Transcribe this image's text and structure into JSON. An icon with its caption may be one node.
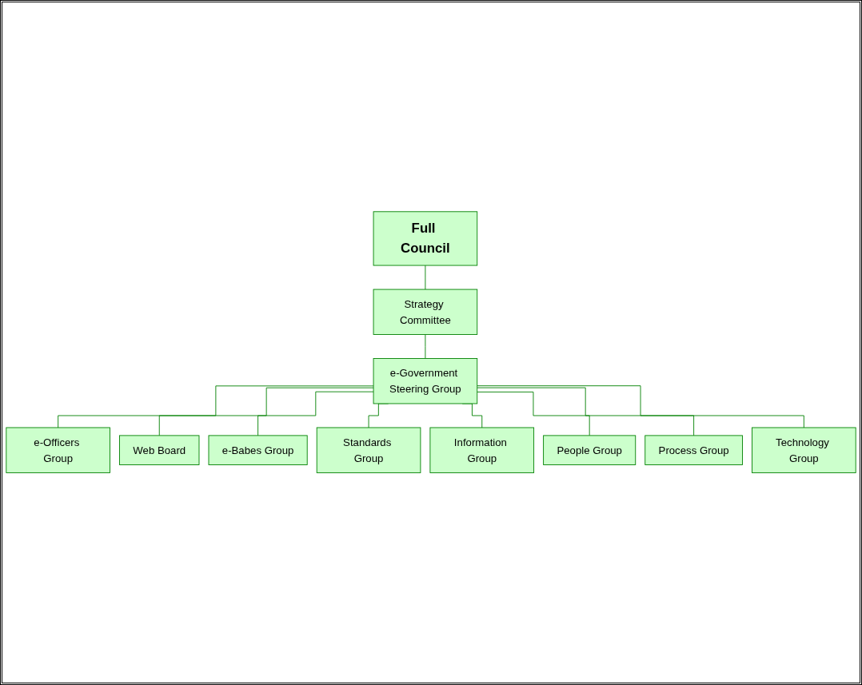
{
  "diagram": {
    "nodes": [
      {
        "text": [
          "Full Council"
        ]
      },
      {
        "text": [
          "Strategy Committee"
        ]
      },
      {
        "text": [
          "e-Government Steering Group"
        ]
      },
      {
        "text": [
          "e-Officers Group"
        ]
      },
      {
        "text": [
          "Web Board"
        ]
      },
      {
        "text": [
          "e-Babes Group"
        ]
      },
      {
        "text": [
          "Standards Group"
        ]
      },
      {
        "text": [
          "Information Group"
        ]
      },
      {
        "text": [
          "People Group"
        ]
      },
      {
        "text": [
          "Process Group"
        ]
      },
      {
        "text": [
          "Technology Group"
        ]
      }
    ],
    "edges": [
      {
        "from": 0,
        "to": 1,
        "arrow": "none"
      },
      {
        "from": 1,
        "to": 2,
        "arrow": "none"
      },
      {
        "from": 2,
        "to": 3,
        "arrow": "none"
      },
      {
        "from": 2,
        "to": 4,
        "arrow": "none"
      },
      {
        "from": 2,
        "to": 5,
        "arrow": "none"
      },
      {
        "from": 2,
        "to": 6,
        "arrow": "none"
      },
      {
        "from": 2,
        "to": 7,
        "arrow": "none"
      },
      {
        "from": 2,
        "to": 8,
        "arrow": "none"
      },
      {
        "from": 2,
        "to": 9,
        "arrow": "none"
      },
      {
        "from": 2,
        "to": 10,
        "arrow": "none"
      }
    ]
  }
}
